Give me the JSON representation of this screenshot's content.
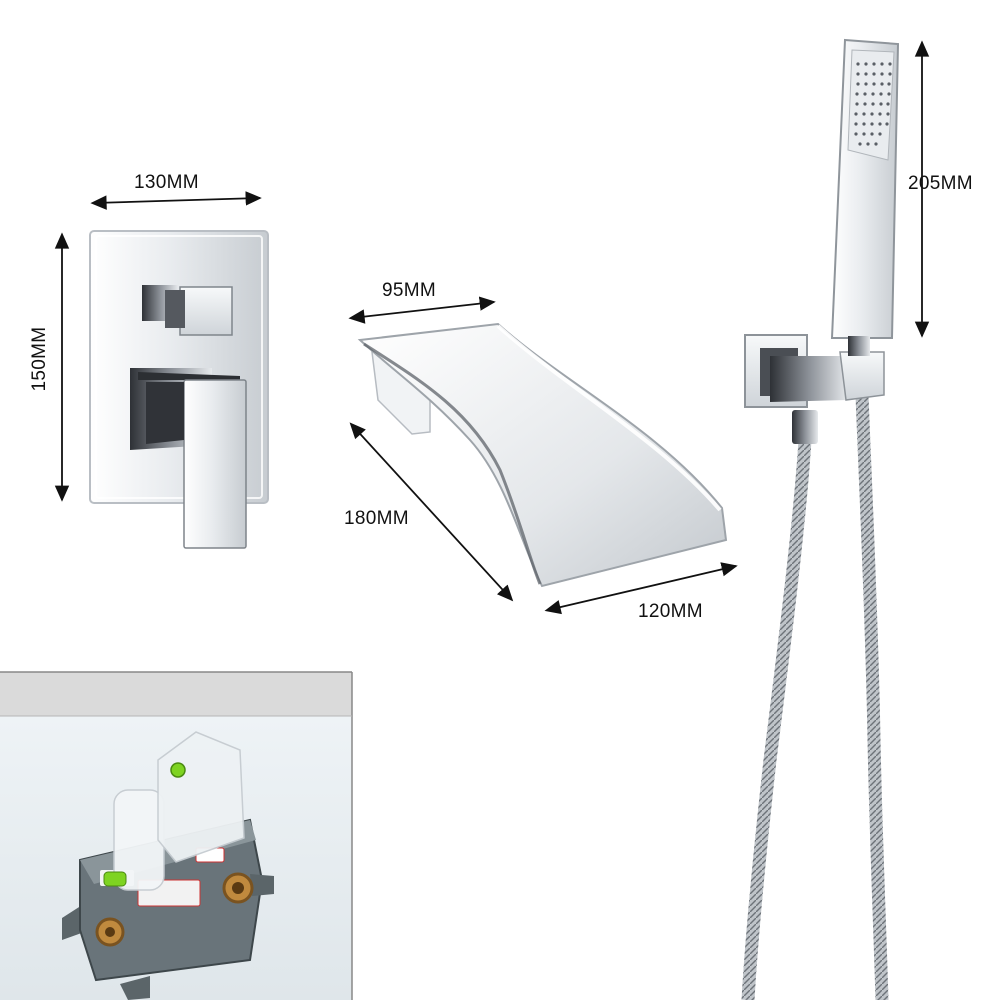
{
  "dimensions": {
    "panel_width": "130MM",
    "panel_height": "150MM",
    "spout_top": "95MM",
    "spout_side": "180MM",
    "spout_front": "120MM",
    "handshower_length": "205MM"
  },
  "colors": {
    "chrome_light": "#f4f6f8",
    "chrome_mid": "#c9cdd2",
    "chrome_dark": "#3a3d42",
    "box_grey": "#5f6a6e",
    "brass": "#c08a3e",
    "level_green": "#7ed321",
    "inset_bg": "#e9eef2",
    "inset_bar": "#d9d9d9"
  }
}
